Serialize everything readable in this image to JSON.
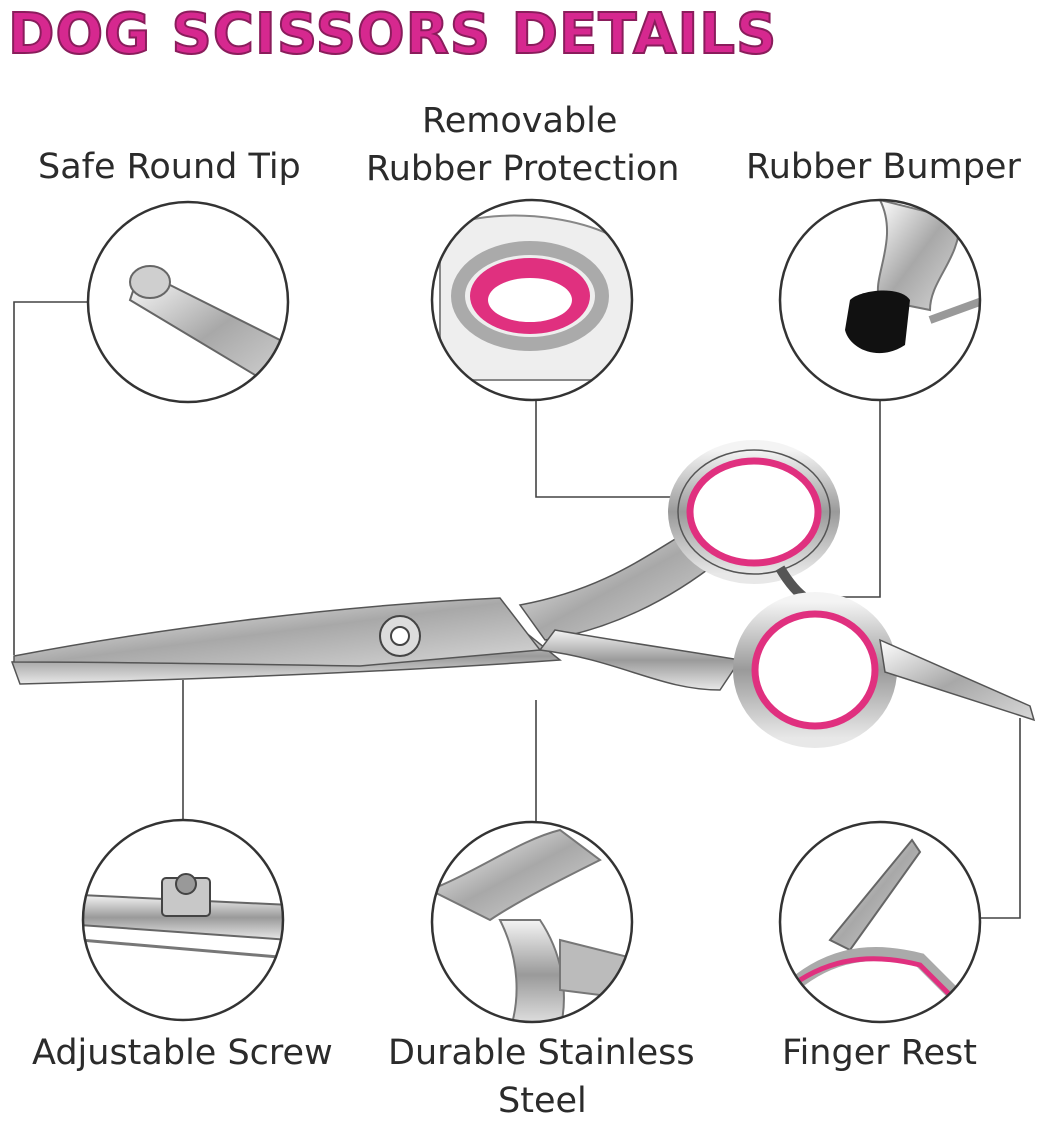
{
  "title": "DOG SCISSORS DETAILS",
  "features": {
    "safe_round_tip": "Safe Round Tip",
    "rubber_protection_line1": "Removable",
    "rubber_protection_line2": "Rubber Protection",
    "rubber_bumper": "Rubber Bumper",
    "adjustable_screw": "Adjustable Screw",
    "stainless_line1": "Durable Stainless",
    "stainless_line2": "Steel",
    "finger_rest": "Finger Rest"
  },
  "colors": {
    "title": "#d6288f",
    "accent": "#e0307f",
    "metal": "#b8b8b8",
    "line": "#333333"
  }
}
